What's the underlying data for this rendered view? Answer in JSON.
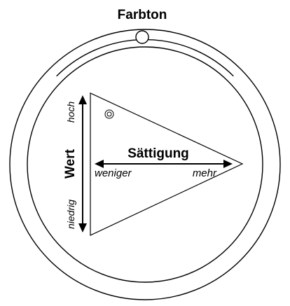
{
  "diagram": {
    "hue_label": "Farbton",
    "saturation_label": "Sättigung",
    "saturation_less": "weniger",
    "saturation_more": "mehr",
    "value_label": "Wert",
    "value_high": "hoch",
    "value_low": "niedrig"
  },
  "colors": {
    "line": "#000000",
    "background": "#ffffff"
  }
}
